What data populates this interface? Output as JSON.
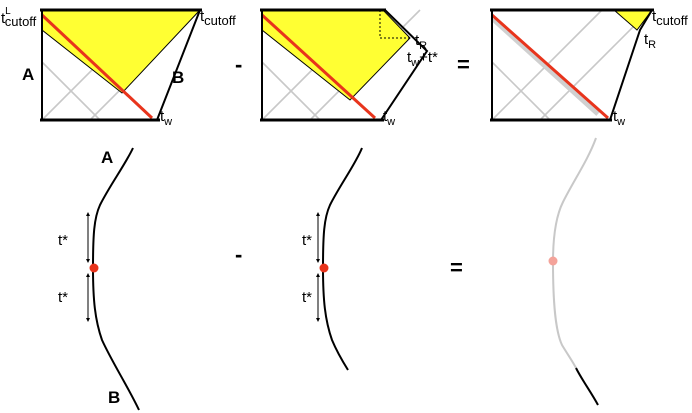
{
  "colors": {
    "frame": "#000000",
    "grid": "#c8c8c8",
    "red_line": "#e8341c",
    "yellow_fill": "#ffff33",
    "worldline_gray": "#c8c8c8",
    "dot_red": "#e8341c",
    "dot_faded": "#f4a39a"
  },
  "panel_1": {
    "label_tcutoff_left_main": "t",
    "label_tcutoff_left_sup": "L",
    "label_tcutoff_left_sub": "cutoff",
    "label_tcutoff_right_main": "t",
    "label_tcutoff_right_sub": "cutoff",
    "label_A": "A",
    "label_B": "B",
    "label_tw_main": "t",
    "label_tw_sub": "w"
  },
  "operator_minus_top": "-",
  "panel_2": {
    "label_tR_main": "t",
    "label_tR_sub": "R",
    "label_twts_main": "t",
    "label_twts_sub": "w",
    "label_twts_rest": "+t*",
    "label_tw_main": "t",
    "label_tw_sub": "w"
  },
  "operator_equals_top": "=",
  "panel_3": {
    "label_tcutoff_main": "t",
    "label_tcutoff_sub": "cutoff",
    "label_tR_main": "t",
    "label_tR_sub": "R",
    "label_tw_main": "t",
    "label_tw_sub": "w"
  },
  "bottom_1": {
    "label_A": "A",
    "label_B": "B",
    "label_tstar_upper": "t*",
    "label_tstar_lower": "t*"
  },
  "operator_minus_bottom": "-",
  "bottom_2": {
    "label_tstar_upper": "t*",
    "label_tstar_lower": "t*"
  },
  "operator_equals_bottom": "="
}
